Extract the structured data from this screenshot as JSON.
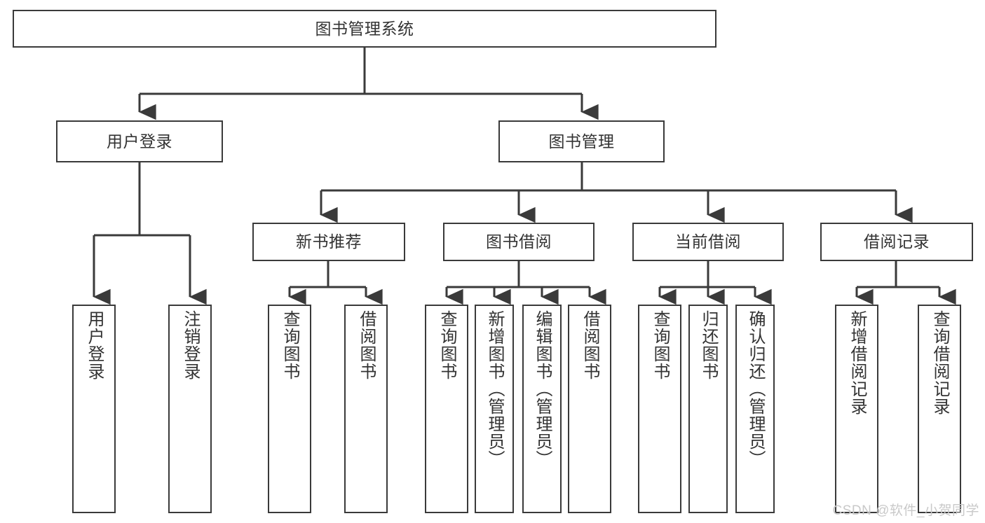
{
  "diagram": {
    "title": "图书管理系统",
    "watermark": "CSDN @软件_小贺同学",
    "line_color": "#3a3a3a",
    "text_color": "#333333",
    "background": "#ffffff",
    "root": {
      "label": "图书管理系统"
    },
    "level1": [
      {
        "label": "用户登录"
      },
      {
        "label": "图书管理"
      }
    ],
    "level2": [
      {
        "label": "新书推荐"
      },
      {
        "label": "图书借阅"
      },
      {
        "label": "当前借阅"
      },
      {
        "label": "借阅记录"
      }
    ],
    "leaves": {
      "user_login": [
        {
          "label": "用户登录"
        },
        {
          "label": "注销登录"
        }
      ],
      "new_book": [
        {
          "label": "查询图书"
        },
        {
          "label": "借阅图书"
        }
      ],
      "borrow_book": [
        {
          "label": "查询图书"
        },
        {
          "label": "新增图书（管理员）"
        },
        {
          "label": "编辑图书（管理员）"
        },
        {
          "label": "借阅图书"
        }
      ],
      "current_borrow": [
        {
          "label": "查询图书"
        },
        {
          "label": "归还图书"
        },
        {
          "label": "确认归还（管理员）"
        }
      ],
      "borrow_record": [
        {
          "label": "新增借阅记录"
        },
        {
          "label": "查询借阅记录"
        }
      ]
    }
  }
}
